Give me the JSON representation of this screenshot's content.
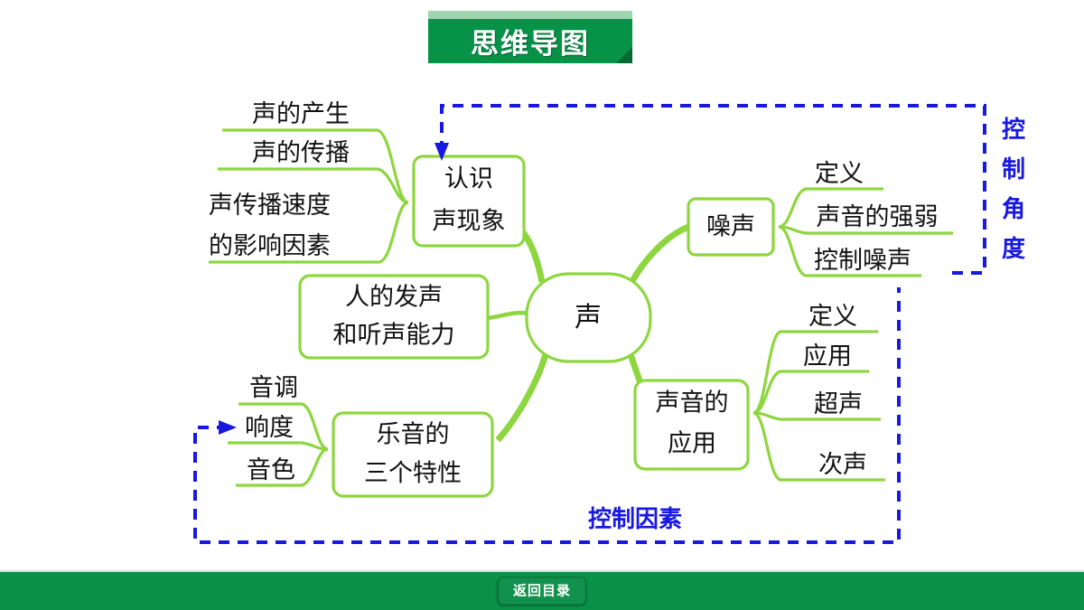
{
  "header": {
    "title": "思维导图"
  },
  "footer": {
    "button_label": "返回目录"
  },
  "colors": {
    "branch_green": "#8DD63F",
    "banner_green": "#069247",
    "banner_top_strip": "#9ED5B0",
    "footer_green": "#099247",
    "annotation_blue": "#1818E0",
    "text_black": "#111111",
    "background": "#FFFFFF"
  },
  "mindmap": {
    "center": {
      "label": "声"
    },
    "branches": [
      {
        "id": "recognize-sound",
        "label": "认识声现象",
        "label_lines": [
          "认识",
          "声现象"
        ],
        "leaves": [
          "声的产生",
          "声的传播",
          "声传播速度的影响因素"
        ]
      },
      {
        "id": "human-voice-hearing",
        "label": "人的发声和听声能力",
        "label_lines": [
          "人的发声",
          "和听声能力"
        ],
        "leaves": []
      },
      {
        "id": "music-three-traits",
        "label": "乐音的三个特性",
        "label_lines": [
          "乐音的",
          "三个特性"
        ],
        "leaves": [
          "音调",
          "响度",
          "音色"
        ]
      },
      {
        "id": "noise",
        "label": "噪声",
        "label_lines": [
          "噪声"
        ],
        "leaves": [
          "定义",
          "声音的强弱",
          "控制噪声"
        ]
      },
      {
        "id": "sound-application",
        "label": "声音的应用",
        "label_lines": [
          "声音的",
          "应用"
        ],
        "leaves": [
          "定义",
          "应用",
          "超声",
          "次声"
        ]
      }
    ],
    "annotations": [
      {
        "id": "control-angle",
        "label": "控制角度",
        "chars": [
          "控",
          "制",
          "角",
          "度"
        ],
        "orientation": "vertical"
      },
      {
        "id": "control-factor",
        "label": "控制因素",
        "orientation": "horizontal"
      }
    ]
  }
}
